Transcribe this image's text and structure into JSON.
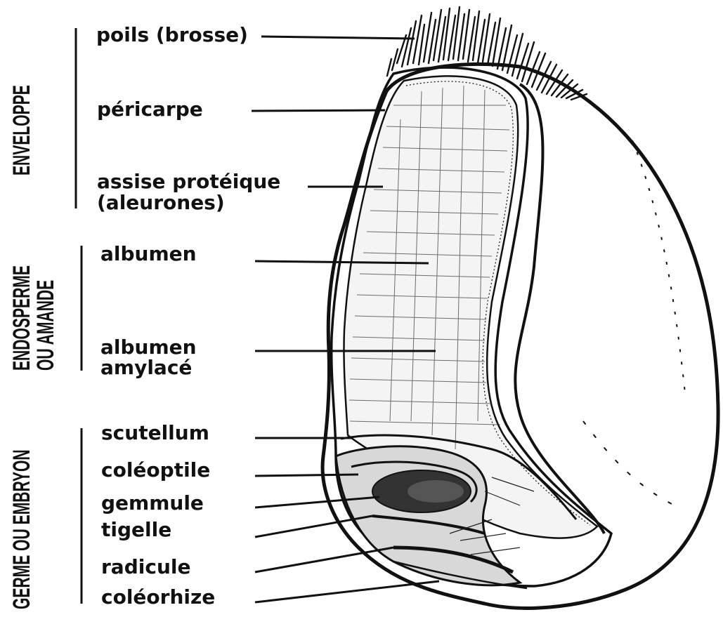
{
  "groups": {
    "enveloppe": {
      "title": "ENVELOPPE"
    },
    "endosperme": {
      "line1": "ENDOSPERME",
      "line2": "OU AMANDE"
    },
    "germe": {
      "title": "GERME OU EMBRYON"
    }
  },
  "labels": {
    "poils": "poils (brosse)",
    "pericarpe": "péricarpe",
    "assise_line1": "assise protéique",
    "assise_line2": "(aleurones)",
    "albumen": "albumen",
    "albumen_amylace_line1": "albumen",
    "albumen_amylace_line2": "amylacé",
    "scutellum": "scutellum",
    "coleoptile": "coléoptile",
    "gemmule": "gemmule",
    "tigelle": "tigelle",
    "radicule": "radicule",
    "coleorhize": "coléorhize"
  }
}
